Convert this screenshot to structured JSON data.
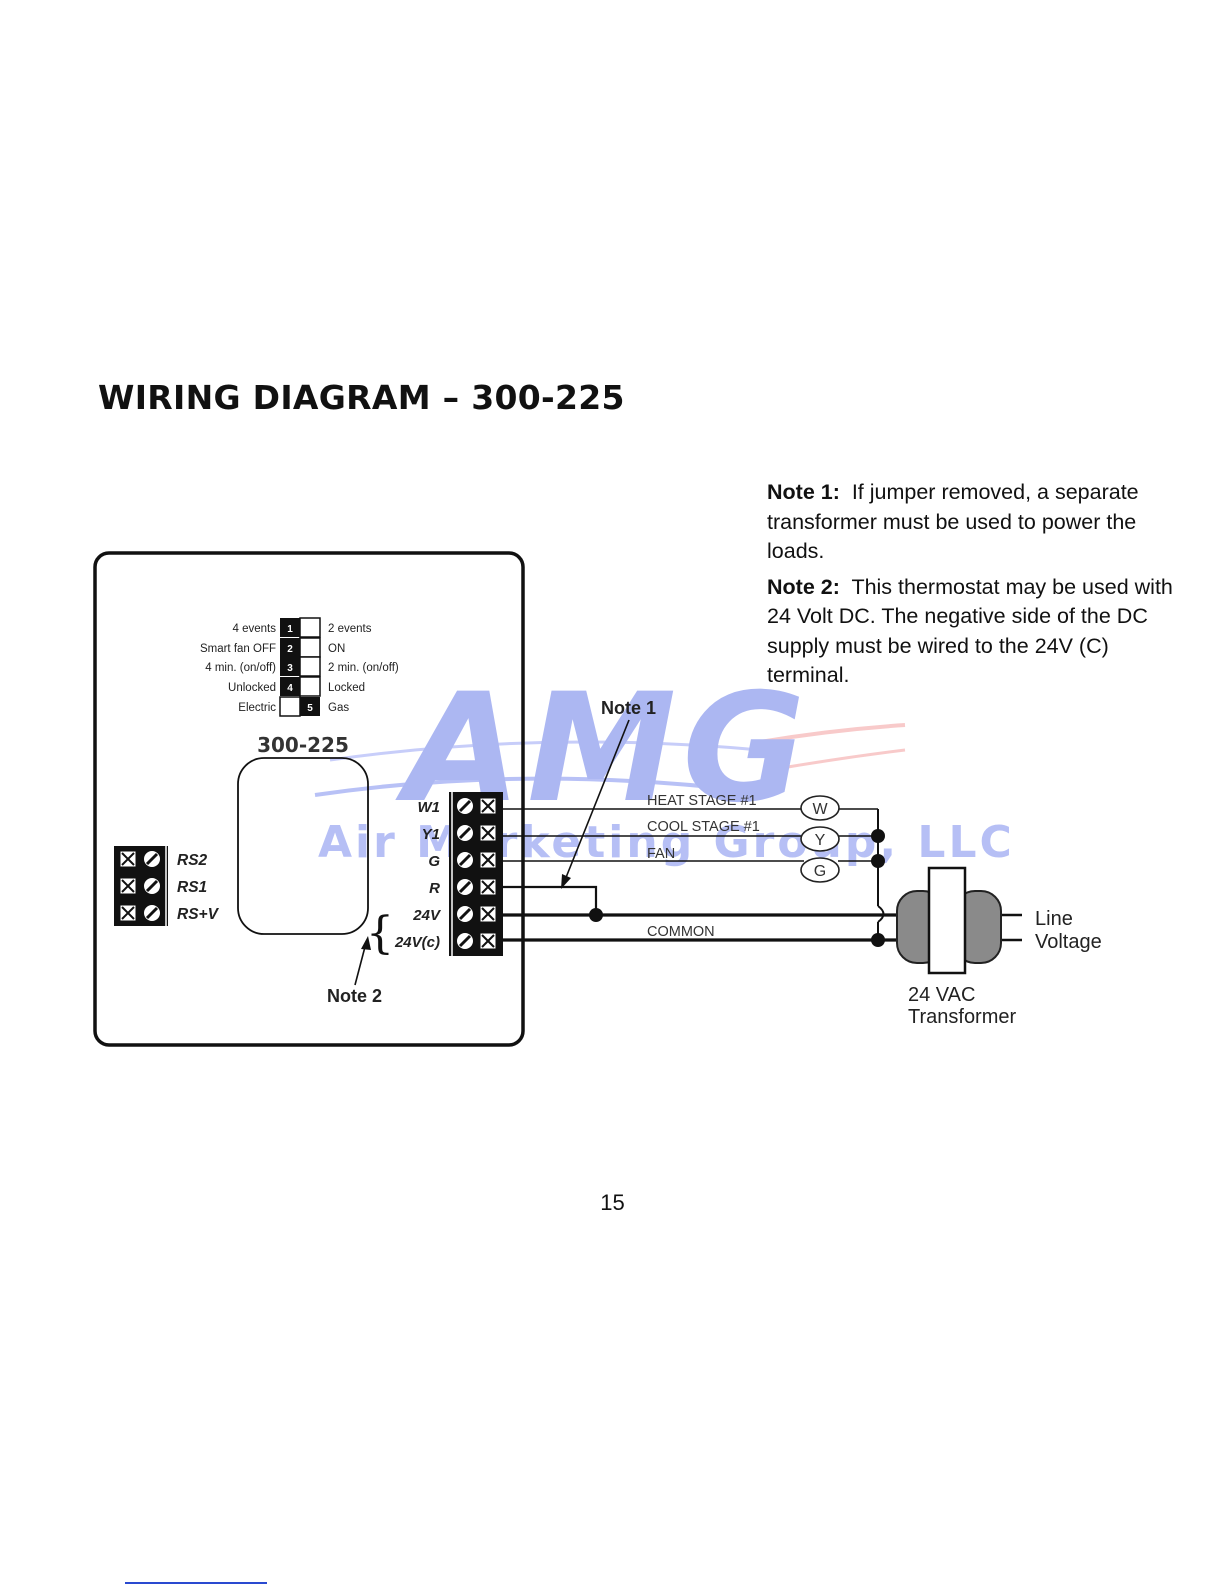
{
  "title": "WIRING DIAGRAM – 300-225",
  "notes": [
    {
      "label": "Note 1:",
      "text": "If jumper removed, a separate transformer must be used to power the loads."
    },
    {
      "label": "Note 2:",
      "text": "This thermostat may be used with 24 Volt DC. The negative side of the DC supply must be wired to the 24V (C) terminal."
    }
  ],
  "thermostat": {
    "model": "300-225",
    "dip_switches": [
      {
        "number": "1",
        "left": "4 events",
        "right": "2 events"
      },
      {
        "number": "2",
        "left": "Smart fan OFF",
        "right": "ON"
      },
      {
        "number": "3",
        "left": "4 min. (on/off)",
        "right": "2 min. (on/off)"
      },
      {
        "number": "4",
        "left": "Unlocked",
        "right": "Locked"
      },
      {
        "number": "5",
        "left": "Electric",
        "right": "Gas"
      }
    ],
    "remote_terminals": [
      "RS2",
      "RS1",
      "RS+V"
    ],
    "terminals": [
      "W1",
      "Y1",
      "G",
      "R",
      "24V",
      "24V(c)"
    ]
  },
  "wires": {
    "heat": "HEAT STAGE #1",
    "cool": "COOL STAGE #1",
    "fan": "FAN",
    "common": "COMMON"
  },
  "loads": [
    "W",
    "Y",
    "G"
  ],
  "callouts": {
    "note1": "Note 1",
    "note2": "Note 2"
  },
  "transformer": {
    "line1": "24 VAC",
    "line2": "Transformer",
    "line_voltage_1": "Line",
    "line_voltage_2": "Voltage"
  },
  "watermark": {
    "logo": "AMG",
    "company": "Air Marketing Group, LLC"
  },
  "page_number": "15"
}
